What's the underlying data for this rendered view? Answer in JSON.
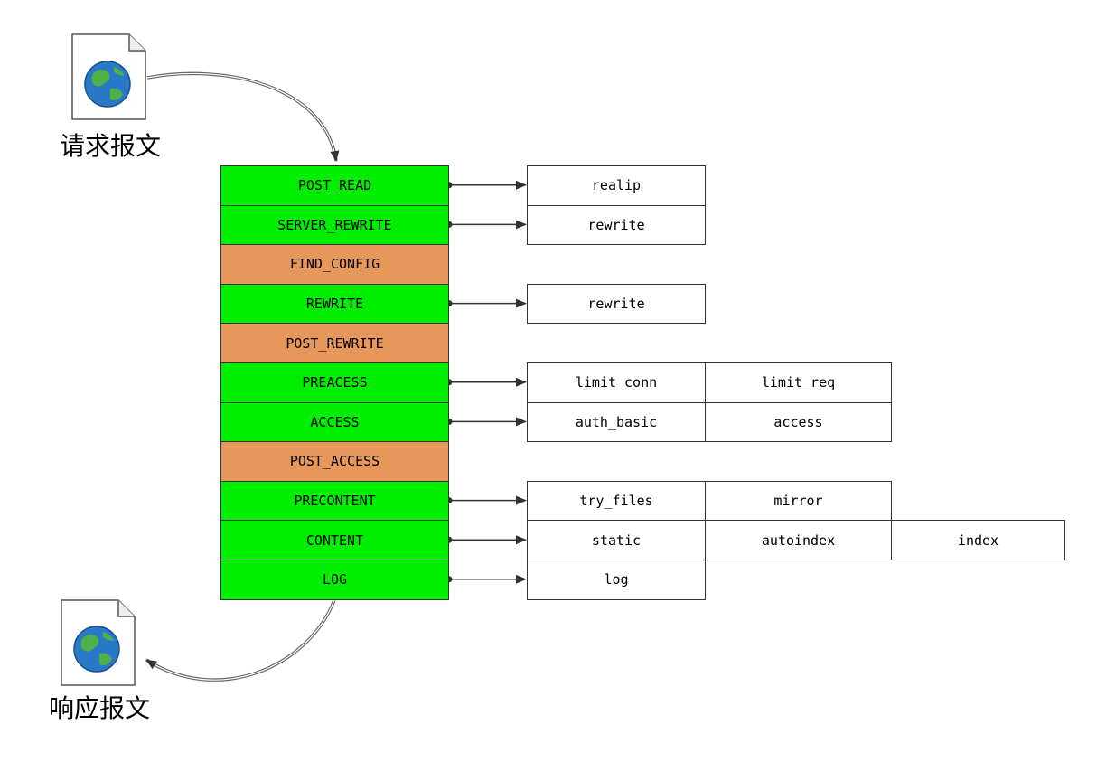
{
  "request_label": "请求报文",
  "response_label": "响应报文",
  "phases": [
    {
      "name": "POST_READ",
      "kind": "green",
      "modules": [
        "realip"
      ]
    },
    {
      "name": "SERVER_REWRITE",
      "kind": "green",
      "modules": [
        "rewrite"
      ]
    },
    {
      "name": "FIND_CONFIG",
      "kind": "orange",
      "modules": []
    },
    {
      "name": "REWRITE",
      "kind": "green",
      "modules": [
        "rewrite"
      ]
    },
    {
      "name": "POST_REWRITE",
      "kind": "orange",
      "modules": []
    },
    {
      "name": "PREACESS",
      "kind": "green",
      "modules": [
        "limit_conn",
        "limit_req"
      ]
    },
    {
      "name": "ACCESS",
      "kind": "green",
      "modules": [
        "auth_basic",
        "access"
      ]
    },
    {
      "name": "POST_ACCESS",
      "kind": "orange",
      "modules": []
    },
    {
      "name": "PRECONTENT",
      "kind": "green",
      "modules": [
        "try_files",
        "mirror"
      ]
    },
    {
      "name": "CONTENT",
      "kind": "green",
      "modules": [
        "static",
        "autoindex",
        "index"
      ]
    },
    {
      "name": "LOG",
      "kind": "green",
      "modules": [
        "log"
      ]
    }
  ],
  "colors": {
    "green": "#00ee00",
    "orange": "#e8975a"
  }
}
